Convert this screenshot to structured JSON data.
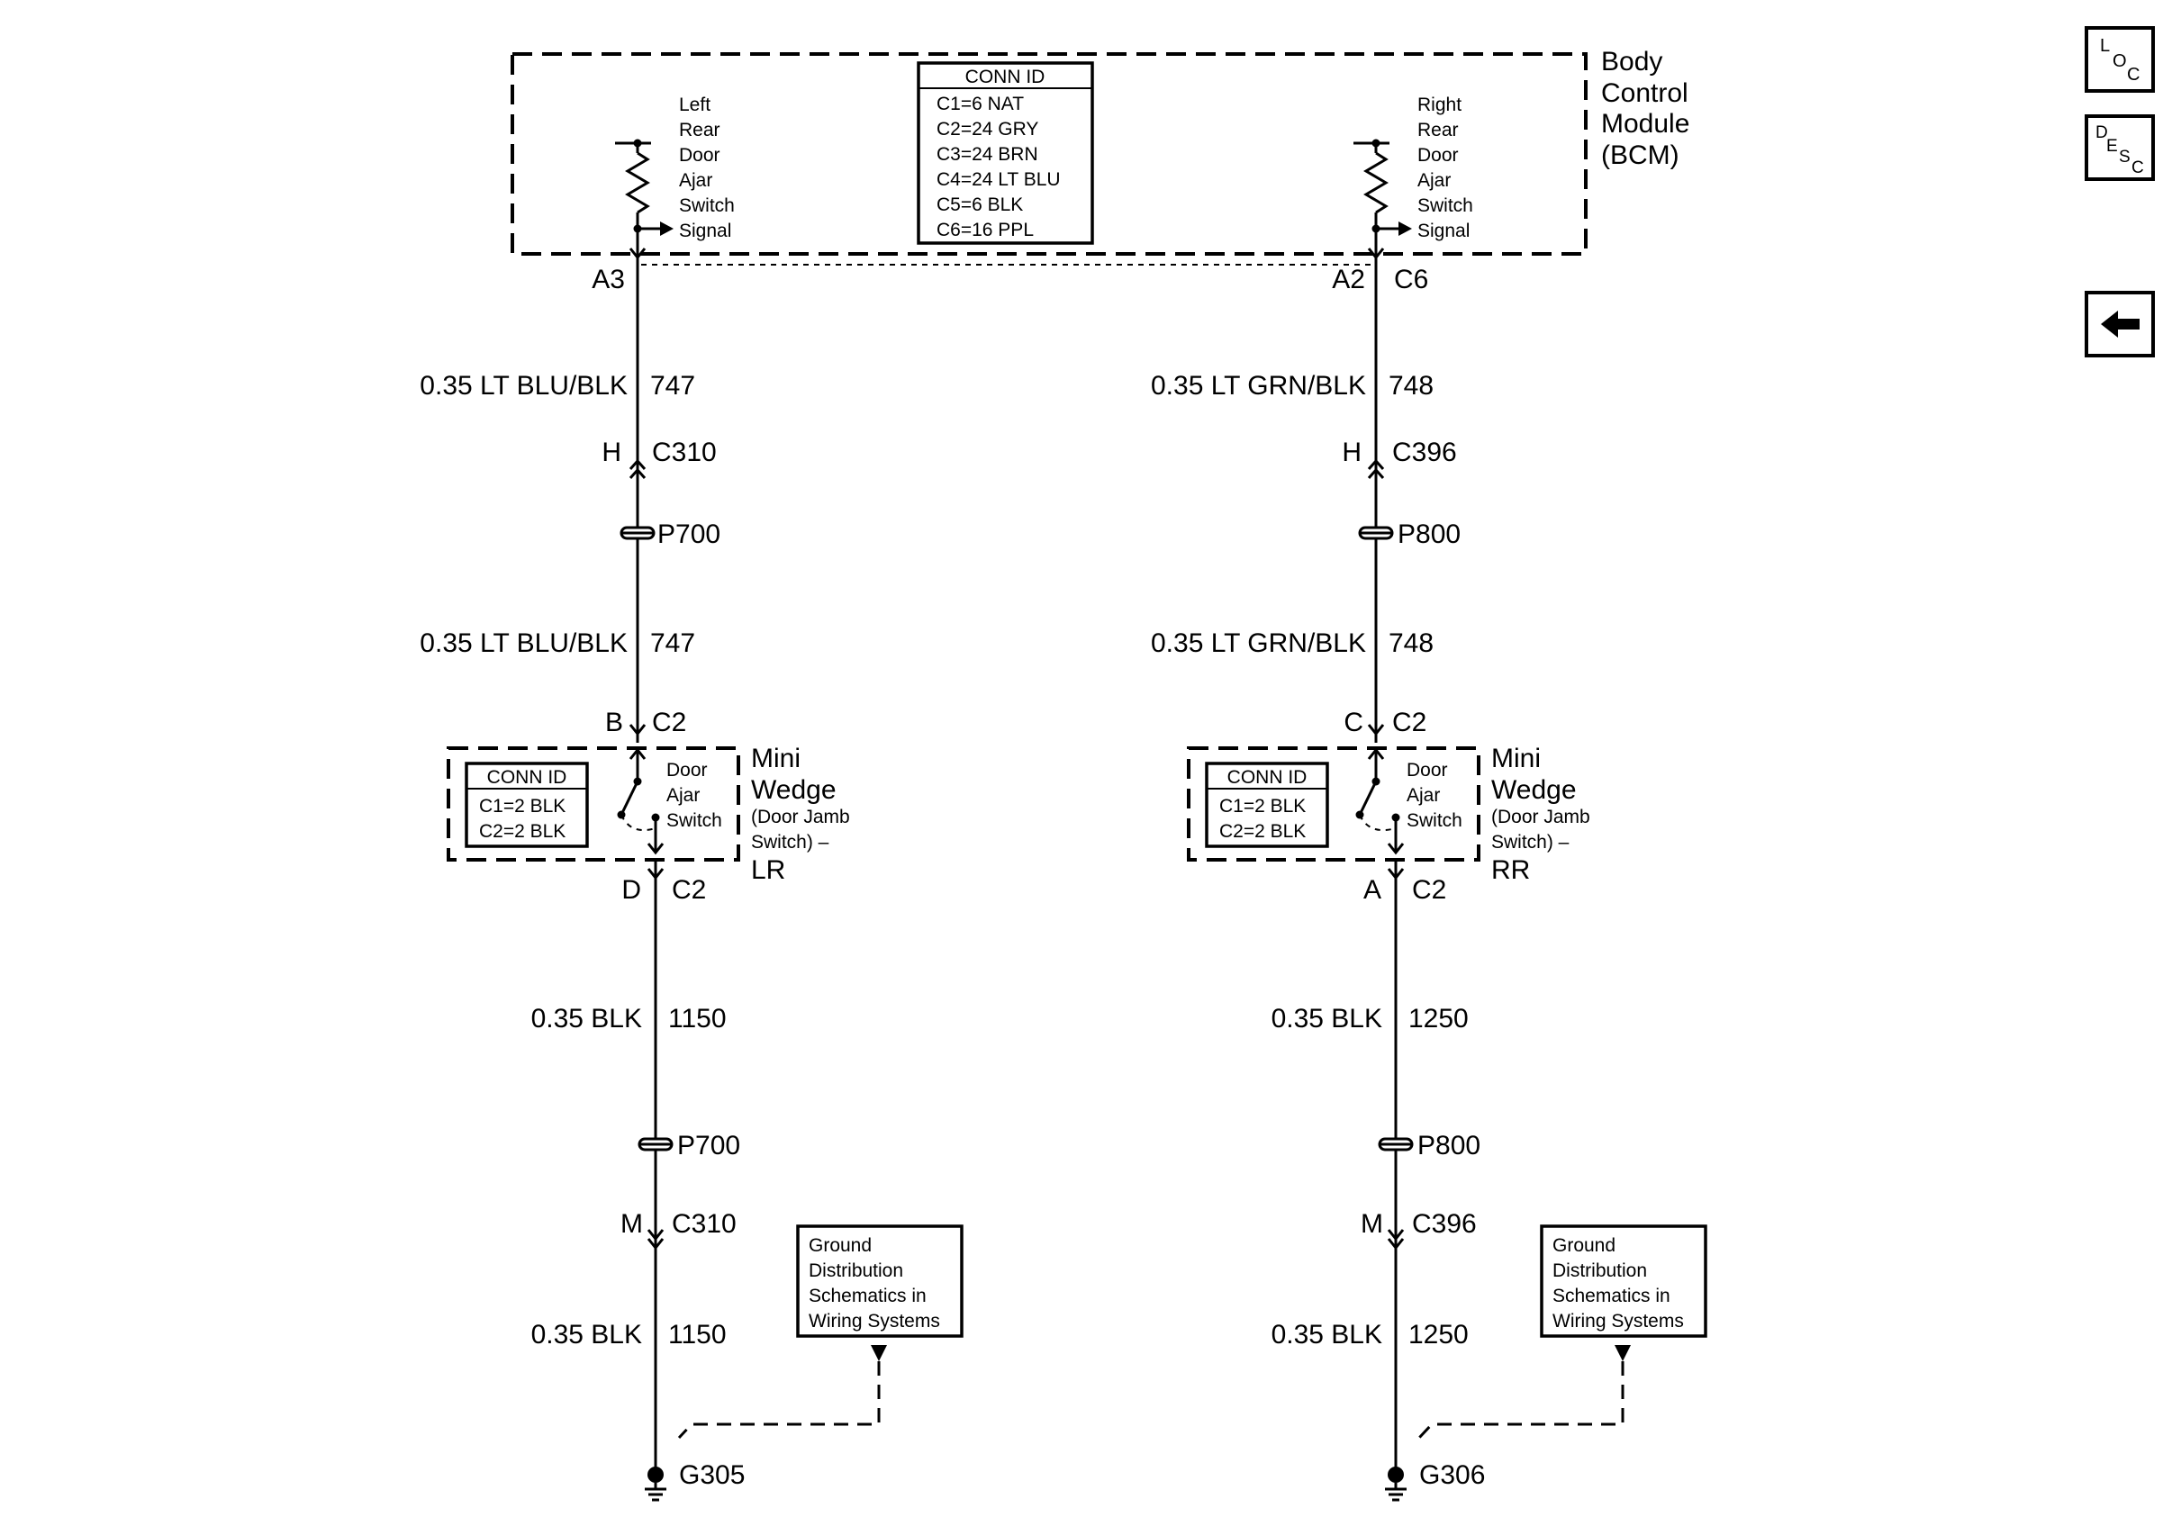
{
  "bcm": {
    "label_lines": [
      "Body",
      "Control",
      "Module",
      "(BCM)"
    ],
    "left_signal_lines": [
      "Left",
      "Rear",
      "Door",
      "Ajar",
      "Switch",
      "Signal"
    ],
    "right_signal_lines": [
      "Right",
      "Rear",
      "Door",
      "Ajar",
      "Switch",
      "Signal"
    ],
    "conn_id": {
      "title": "CONN ID",
      "rows": [
        "C1=6 NAT",
        "C2=24 GRY",
        "C3=24 BRN",
        "C4=24 LT BLU",
        "C5=6 BLK",
        "C6=16 PPL"
      ]
    }
  },
  "left_circuit": {
    "bcm_pin": "A3",
    "wire1_color": "0.35 LT BLU/BLK",
    "wire1_circuit": "747",
    "inline_pin": "H",
    "inline_connector": "C310",
    "splice1": "P700",
    "wire2_color": "0.35 LT BLU/BLK",
    "wire2_circuit": "747",
    "switch_in_pin": "B",
    "switch_in_connector": "C2",
    "switch_conn_id": {
      "title": "CONN ID",
      "rows": [
        "C1=2 BLK",
        "C2=2 BLK"
      ]
    },
    "switch_label_lines": [
      "Door",
      "Ajar",
      "Switch"
    ],
    "component_lines": [
      "Mini",
      "Wedge"
    ],
    "component_sub_lines": [
      "(Door Jamb",
      "Switch) –"
    ],
    "component_suffix": "LR",
    "switch_out_pin": "D",
    "switch_out_connector": "C2",
    "wire3_color": "0.35 BLK",
    "wire3_circuit": "1150",
    "splice2": "P700",
    "ground_pin": "M",
    "ground_connector": "C310",
    "wire4_color": "0.35 BLK",
    "wire4_circuit": "1150",
    "ground": "G305",
    "ref_box_lines": [
      "Ground",
      "Distribution",
      "Schematics in",
      "Wiring Systems"
    ]
  },
  "right_circuit": {
    "bcm_pin": "A2",
    "bcm_connector": "C6",
    "wire1_color": "0.35 LT GRN/BLK",
    "wire1_circuit": "748",
    "inline_pin": "H",
    "inline_connector": "C396",
    "splice1": "P800",
    "wire2_color": "0.35 LT GRN/BLK",
    "wire2_circuit": "748",
    "switch_in_pin": "C",
    "switch_in_connector": "C2",
    "switch_conn_id": {
      "title": "CONN ID",
      "rows": [
        "C1=2 BLK",
        "C2=2 BLK"
      ]
    },
    "switch_label_lines": [
      "Door",
      "Ajar",
      "Switch"
    ],
    "component_lines": [
      "Mini",
      "Wedge"
    ],
    "component_sub_lines": [
      "(Door Jamb",
      "Switch) –"
    ],
    "component_suffix": "RR",
    "switch_out_pin": "A",
    "switch_out_connector": "C2",
    "wire3_color": "0.35 BLK",
    "wire3_circuit": "1250",
    "splice2": "P800",
    "ground_pin": "M",
    "ground_connector": "C396",
    "wire4_color": "0.35 BLK",
    "wire4_circuit": "1250",
    "ground": "G306",
    "ref_box_lines": [
      "Ground",
      "Distribution",
      "Schematics in",
      "Wiring Systems"
    ]
  },
  "nav": {
    "loc_letters": [
      "L",
      "O",
      "C"
    ],
    "desc_letters": [
      "D",
      "E",
      "S",
      "C"
    ],
    "back_icon": "arrow-left-icon"
  }
}
